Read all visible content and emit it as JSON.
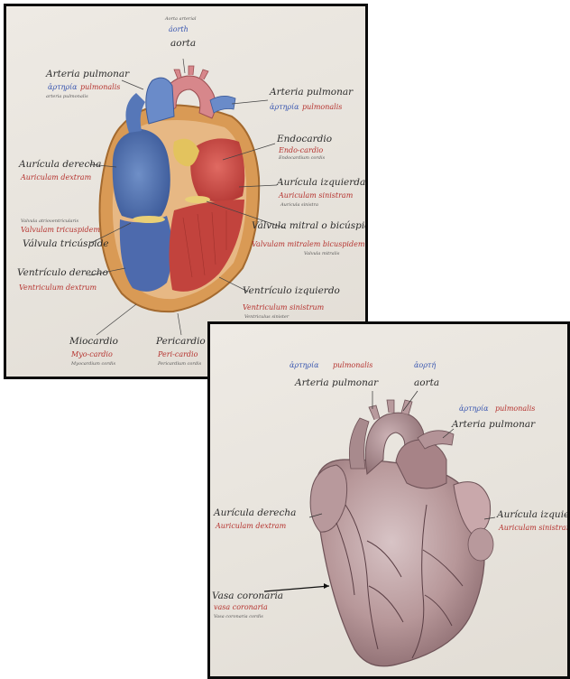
{
  "photo_top": {
    "labels": {
      "aorta": {
        "small": "Aorta arterial",
        "blue": "áorth",
        "main": "aorta"
      },
      "pulmonary_left": {
        "main": "Arteria pulmonar",
        "blue": "ἀρτηρία",
        "red": "pulmonalis",
        "tiny": "arteria pulmonalis"
      },
      "pulmonary_right": {
        "main": "Arteria pulmonar",
        "blue": "ἀρτηρία",
        "red": "pulmonalis"
      },
      "endocardium": {
        "main": "Endocardio",
        "red": "Endo-cardio",
        "tiny": "Endocardium cordis"
      },
      "right_atrium": {
        "main": "Aurícula derecha",
        "red": "Auriculam dextram"
      },
      "left_atrium": {
        "main": "Aurícula izquierda",
        "red": "Auriculam sinistram",
        "tiny": "Auricula sinistra"
      },
      "tricuspid": {
        "tiny": "Valvula atrioventricularis",
        "red": "Valvulam tricuspidem",
        "main": "Válvula tricúspide"
      },
      "mitral": {
        "main": "Válvula mitral o bicúspide",
        "red": "Valvulam mitralem bicuspidem",
        "tiny": "Valvula mitralis"
      },
      "right_ventricle": {
        "main": "Ventrículo derecho",
        "red": "Ventriculum dextrum"
      },
      "left_ventricle": {
        "main": "Ventrículo izquierdo",
        "red": "Ventriculum sinistrum",
        "tiny": "Ventriculus sinister"
      },
      "myocardium": {
        "main": "Miocardio",
        "red": "Myo-cardio",
        "tiny": "Myocardium cordis"
      },
      "pericardium": {
        "main": "Pericardio",
        "red": "Peri-cardio",
        "tiny": "Pericardium cordis"
      }
    }
  },
  "photo_bottom": {
    "labels": {
      "pulmonary_top": {
        "blue": "ἀρτηρία",
        "red": "pulmonalis",
        "main": "Arteria pulmonar"
      },
      "aorta": {
        "blue": "ἀορτή",
        "main": "aorta"
      },
      "pulmonary_right": {
        "blue": "ἀρτηρία",
        "red": "pulmonalis",
        "main": "Arteria pulmonar"
      },
      "right_atrium": {
        "main": "Aurícula derecha",
        "red": "Auriculam dextram"
      },
      "left_atrium": {
        "main": "Aurícula izquierda",
        "red": "Auriculam sinistram"
      },
      "coronary": {
        "main": "Vasa coronaria",
        "red": "vasa coronaria",
        "tiny": "Vasa coronaria cordis"
      }
    }
  }
}
